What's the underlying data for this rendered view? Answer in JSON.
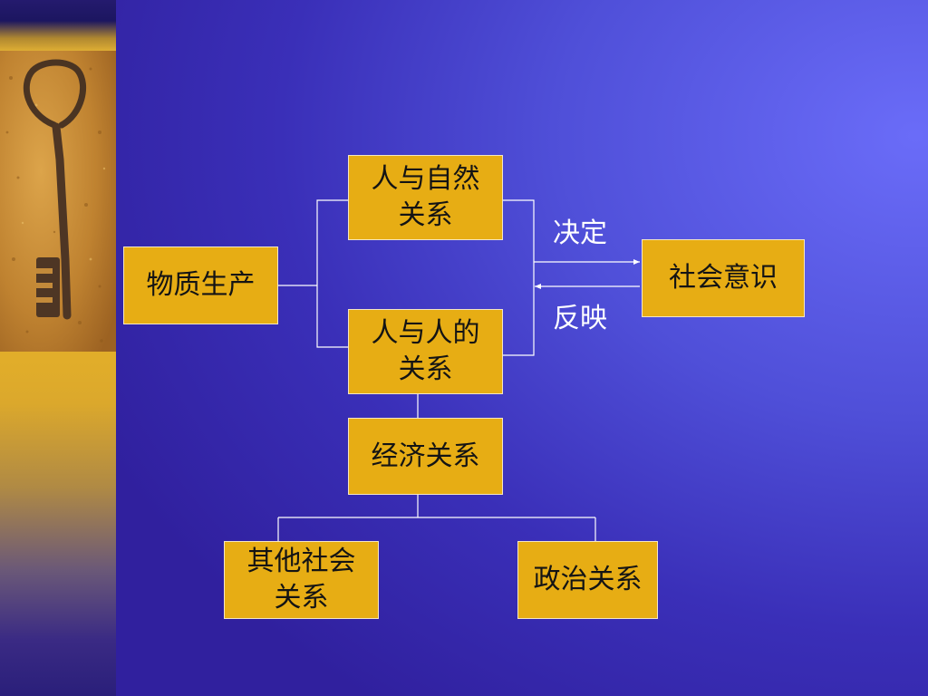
{
  "diagram": {
    "nodes": {
      "material_production": "物质生产",
      "human_nature": [
        "人与自然",
        "关系"
      ],
      "human_human": [
        "人与人的",
        "关系"
      ],
      "economic": "经济关系",
      "other_social": [
        "其他社会",
        "关系"
      ],
      "political": "政治关系",
      "social_consciousness": "社会意识"
    },
    "edge_labels": {
      "determines": "决定",
      "reflects": "反映"
    }
  },
  "colors": {
    "box_fill": "#e7ad14",
    "box_border": "#f4e6c4",
    "line": "#ffffff"
  }
}
